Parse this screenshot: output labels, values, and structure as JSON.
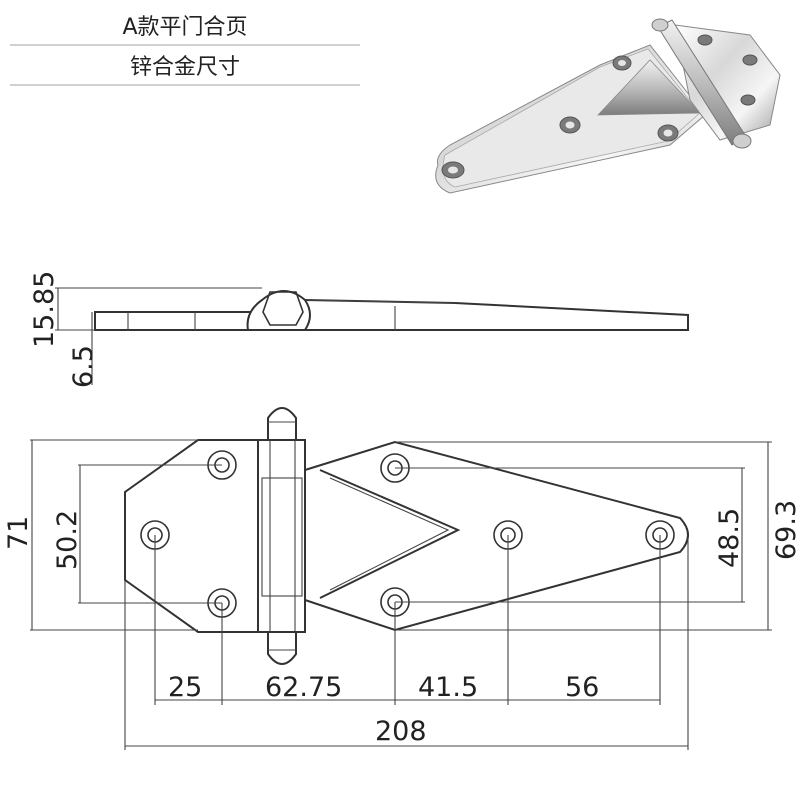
{
  "info": {
    "model": "A款平门合页",
    "material": "锌合金尺寸"
  },
  "side_view": {
    "dim_height": "15.85",
    "dim_thickness": "6.5"
  },
  "front_view": {
    "dim_total_height": "71",
    "dim_left_holes": "50.2",
    "dim_right_holes": "48.5",
    "dim_right_height": "69.3",
    "dim_seg_1": "25",
    "dim_seg_2": "62.75",
    "dim_seg_3": "41.5",
    "dim_seg_4": "56",
    "dim_total_length": "208"
  },
  "colors": {
    "line": "#333333",
    "chrome_light": "#f4f4f4",
    "chrome_dark": "#9a9a9a"
  }
}
